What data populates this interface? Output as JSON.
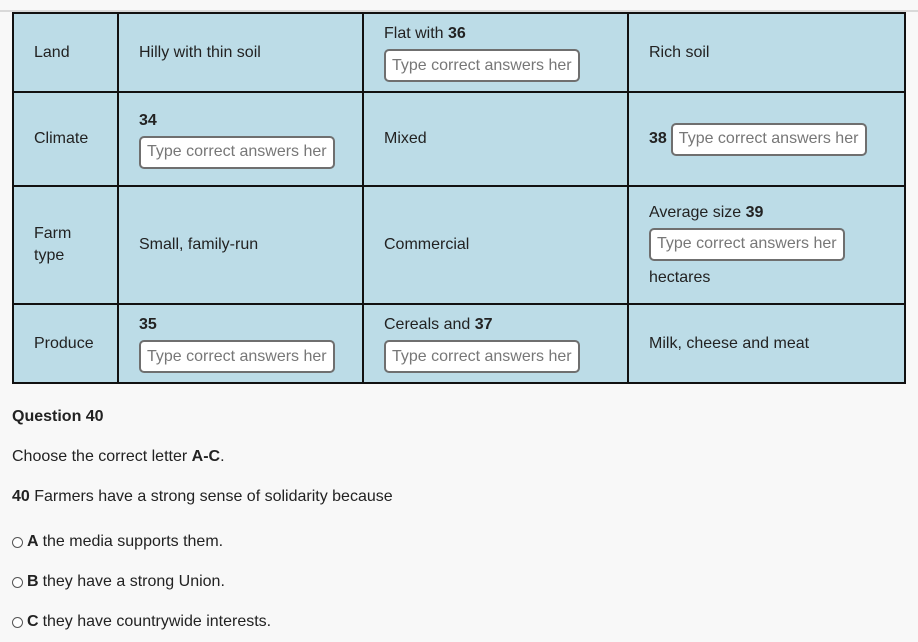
{
  "table": {
    "rows": [
      {
        "header": "Land",
        "c1_text": "Hilly with thin soil",
        "c2_prefix": "Flat with",
        "c2_num": "36",
        "c3_text": "Rich soil"
      },
      {
        "header": "Climate",
        "c1_num": "34",
        "c2_text": "Mixed",
        "c3_num": "38"
      },
      {
        "header": "Farm type",
        "c1_text": "Small, family-run",
        "c2_text": "Commercial",
        "c3_prefix": "Average size",
        "c3_num": "39",
        "c3_suffix": "hectares"
      },
      {
        "header": "Produce",
        "c1_num": "35",
        "c2_prefix": "Cereals and",
        "c2_num": "37",
        "c3_text": "Milk, cheese and meat"
      }
    ],
    "input_placeholder": "Type correct answers here"
  },
  "question": {
    "title": "Question 40",
    "instruction_prefix": "Choose the correct letter",
    "instruction_letters": "A-C",
    "instruction_suffix": ".",
    "stem_num": "40",
    "stem_text": "Farmers have a strong sense of solidarity because",
    "options": [
      {
        "letter": "A",
        "text": "the media supports them."
      },
      {
        "letter": "B",
        "text": "they have a strong Union."
      },
      {
        "letter": "C",
        "text": "they have countrywide interests."
      }
    ]
  }
}
